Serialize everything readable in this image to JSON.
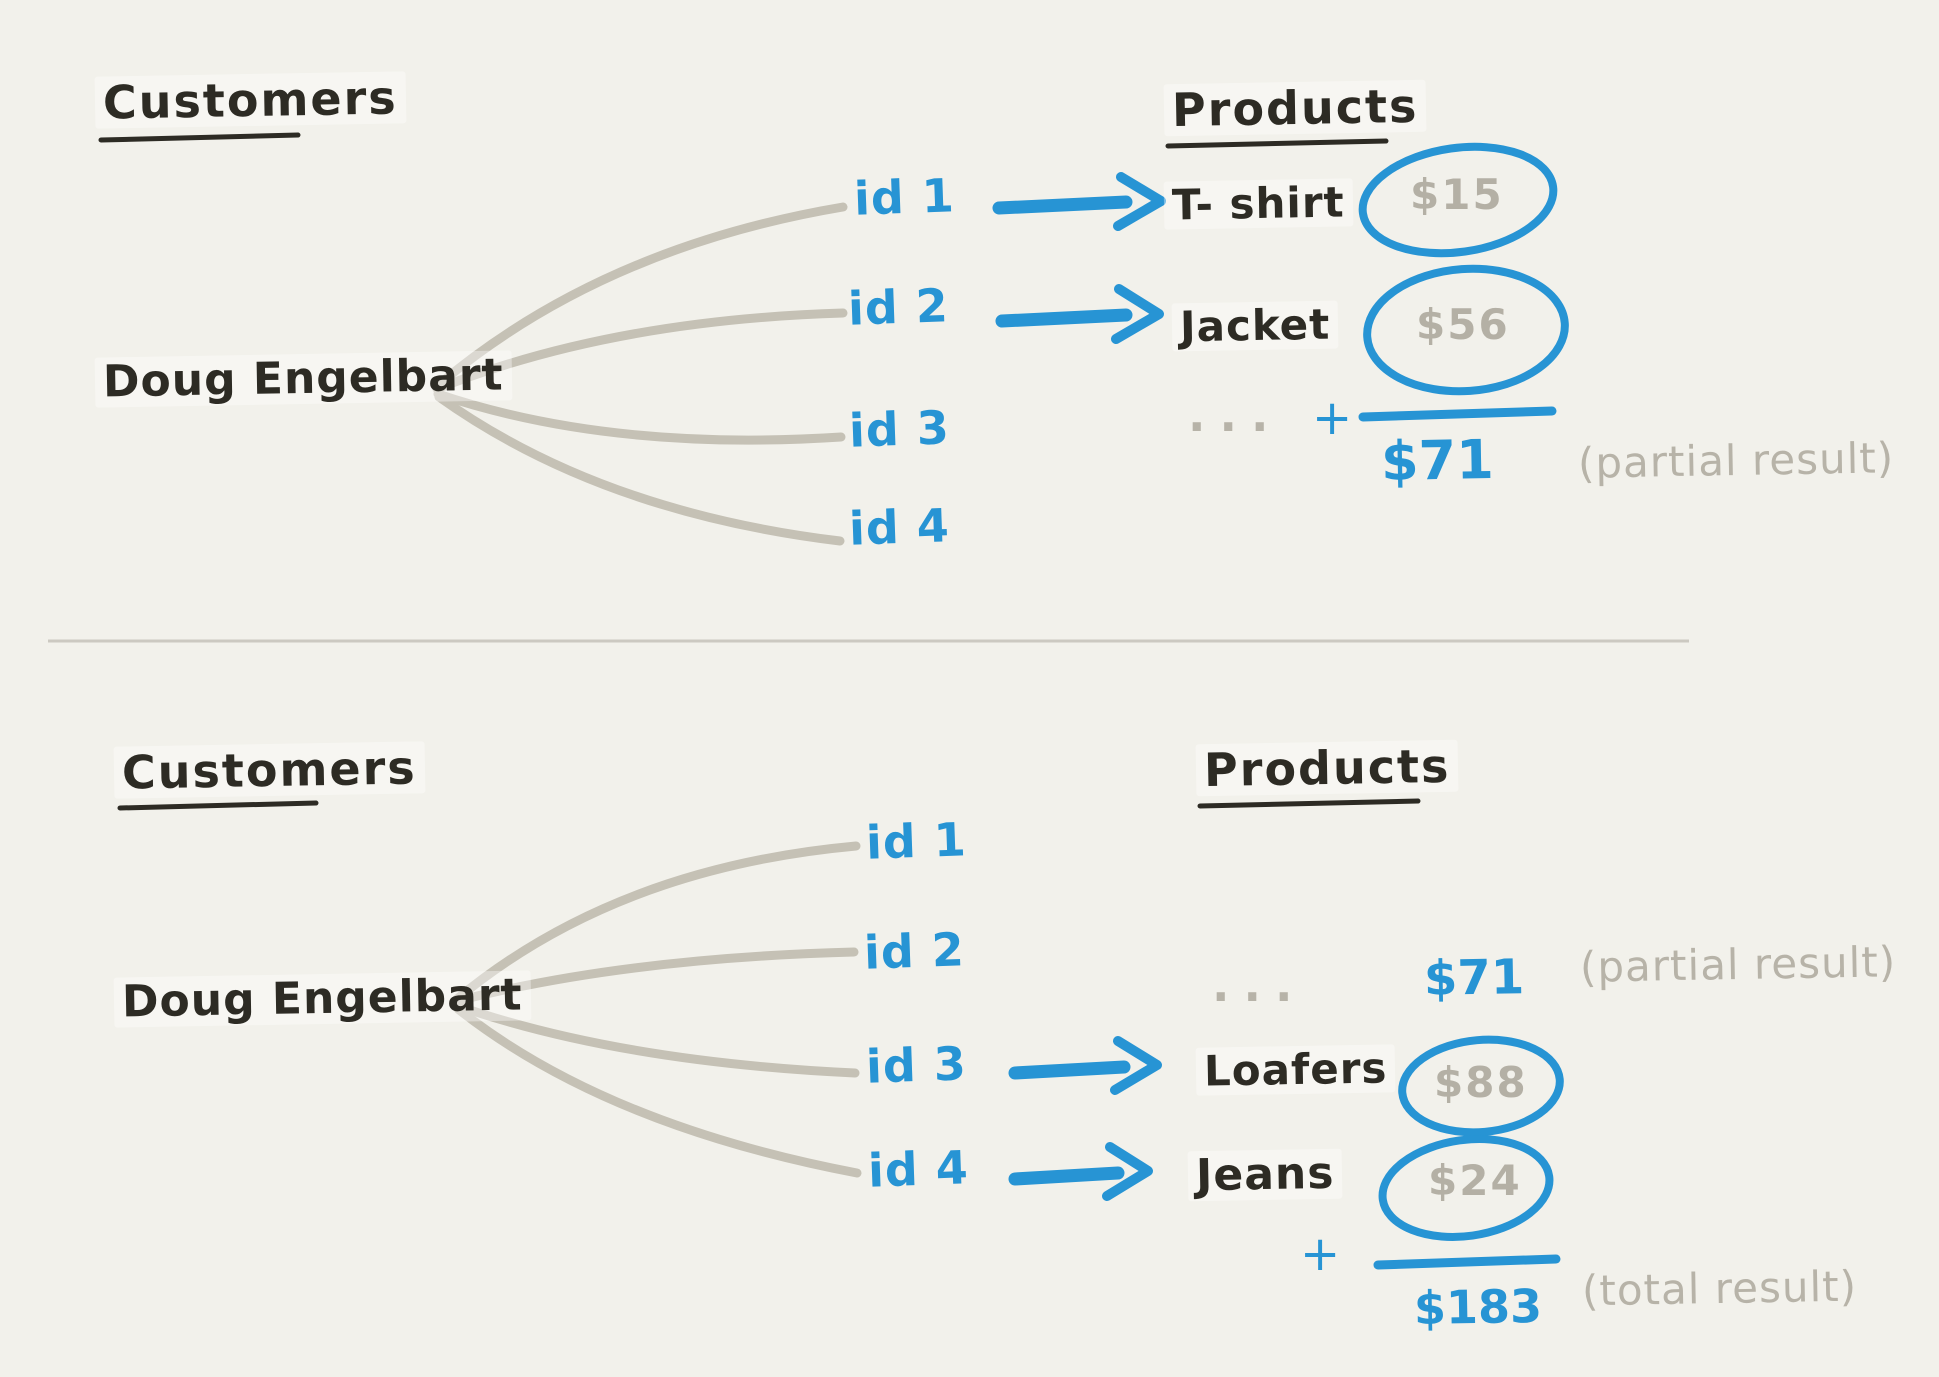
{
  "colors": {
    "background": "#f2f1eb",
    "ink": "#2d2b24",
    "blue_accent": "#2794d4",
    "muted_text": "#b4b0a5",
    "muted_stroke": "#c5c1b5",
    "divider": "#ccc9c1"
  },
  "top_panel": {
    "customers_heading": "Customers",
    "products_heading": "Products",
    "customer_name": "Doug Engelbart",
    "ids": [
      "id 1",
      "id 2",
      "id 3",
      "id 4"
    ],
    "matches": [
      {
        "product": "T- shirt",
        "price": "$15"
      },
      {
        "product": "Jacket",
        "price": "$56"
      }
    ],
    "ellipsis": "...",
    "plus_sign": "+",
    "partial_sum": "$71",
    "partial_note": "(partial result)"
  },
  "bottom_panel": {
    "customers_heading": "Customers",
    "products_heading": "Products",
    "customer_name": "Doug Engelbart",
    "ids": [
      "id 1",
      "id 2",
      "id 3",
      "id 4"
    ],
    "ellipsis": "...",
    "carried_sum": "$71",
    "carried_note": "(partial result)",
    "matches": [
      {
        "product": "Loafers",
        "price": "$88"
      },
      {
        "product": "Jeans",
        "price": "$24"
      }
    ],
    "plus_sign": "+",
    "total_sum": "$183",
    "total_note": "(total result)"
  }
}
